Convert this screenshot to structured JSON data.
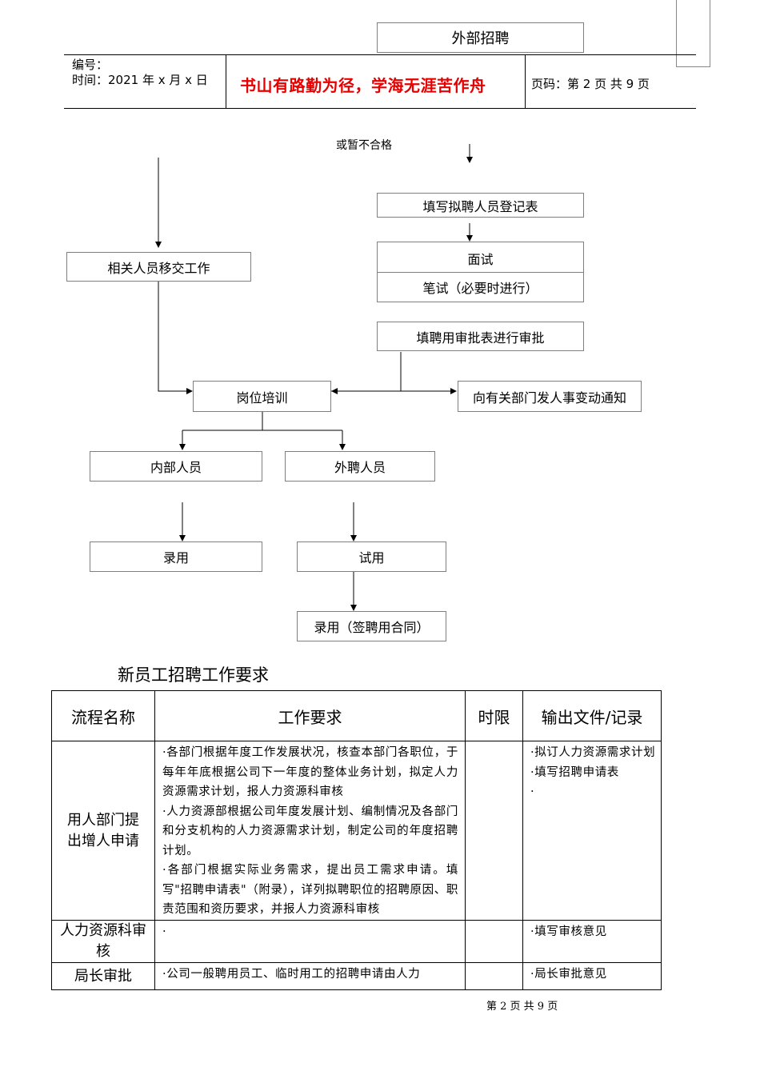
{
  "header": {
    "top_box": "外部招聘",
    "number_label": "编号：",
    "time_label": "时间：2021 年 x 月 x 日",
    "motto": "书山有路勤为径，学海无涯苦作舟",
    "page_info": "页码：第 2 页  共 9 页"
  },
  "flow": {
    "note_fail": "或暂不合格",
    "register": "填写拟聘人员登记表",
    "interview": "面试",
    "written": "笔试（必要时进行）",
    "approval": "填聘用审批表进行审批",
    "handover": "相关人员移交工作",
    "training": "岗位培训",
    "notify": "向有关部门发人事变动通知",
    "internal": "内部人员",
    "external": "外聘人员",
    "hire_internal": "录用",
    "probation": "试用",
    "hire_contract": "录用（签聘用合同）"
  },
  "section": {
    "title_a": "新员工招聘",
    "title_b": "工作要求"
  },
  "table": {
    "headers": [
      "流程名称",
      "工作要求",
      "时限",
      "输出文件/记录"
    ],
    "rows": [
      {
        "name": "用人部门提出增人申请",
        "content": [
          "·各部门根据年度工作发展状况，核查本部门各职位，于每年年底根据公司下一年度的整体业务计划，拟定人力资源需求计划，报人力资源科审核",
          "·人力资源部根据公司年度发展计划、编制情况及各部门和分支机构的人力资源需求计划，制定公司的年度招聘计划。",
          "·各部门根据实际业务需求，提出员工需求申请。填写\"招聘申请表\"（附录），详列拟聘职位的招聘原因、职责范围和资历要求，并报人力资源科审核"
        ],
        "time": "",
        "output": [
          "·拟订人力资源需求计划",
          "·填写招聘申请表",
          "·"
        ]
      },
      {
        "name": "人力资源科审核",
        "content": [
          "·"
        ],
        "time": "",
        "output": [
          "·填写审核意见"
        ]
      },
      {
        "name": "局长审批",
        "content": [
          "·公司一般聘用员工、临时用工的招聘申请由人力"
        ],
        "time": "",
        "output": [
          "·局长审批意见"
        ]
      }
    ]
  },
  "footer": {
    "page": "第 2 页 共 9 页"
  }
}
